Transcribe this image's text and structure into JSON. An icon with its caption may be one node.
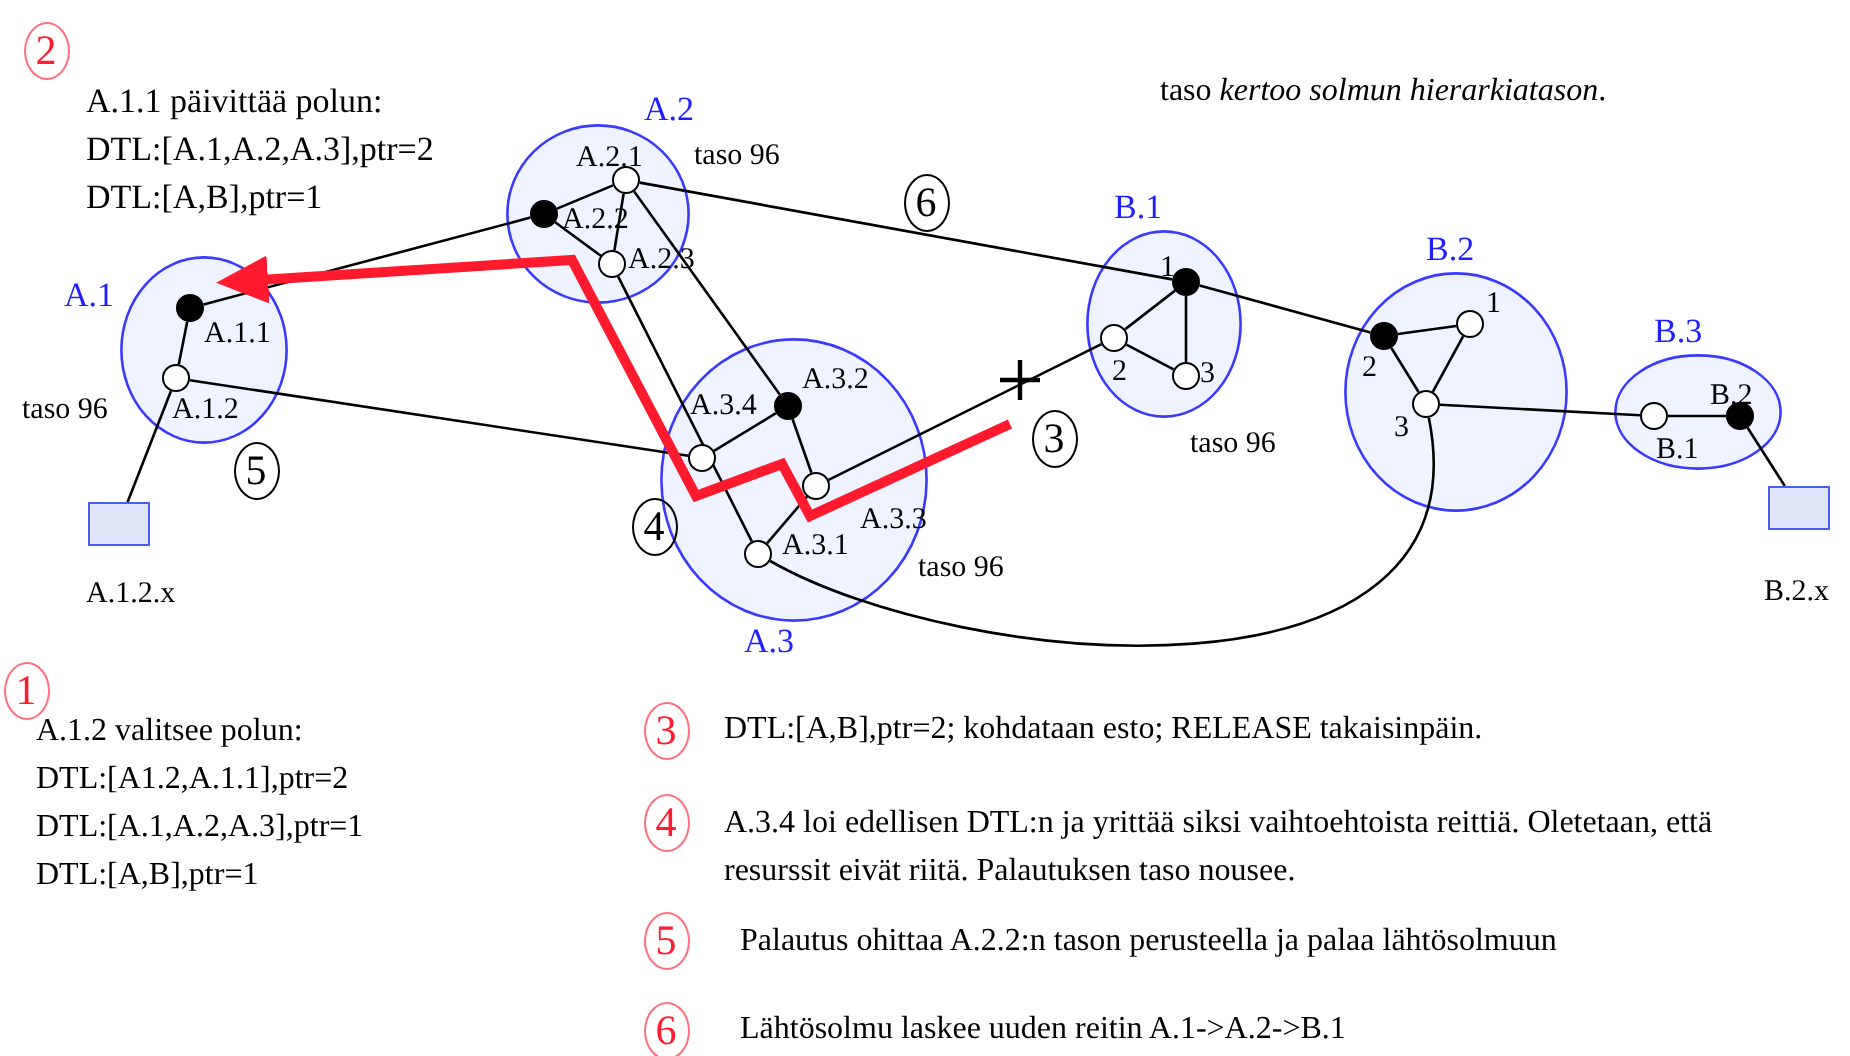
{
  "diagram": {
    "nodes": [
      {
        "text": [
          "A.1"
        ],
        "beside": [
          "taso 96"
        ]
      },
      {
        "text": [
          "A.1.1"
        ],
        "in": 0
      },
      {
        "text": [
          "A.1.2"
        ],
        "in": 0
      },
      {
        "text": [
          "A.1.2.x"
        ]
      },
      {
        "text": [
          "A.2"
        ],
        "beside": [
          "taso 96"
        ]
      },
      {
        "text": [
          "A.2.1"
        ],
        "in": 4
      },
      {
        "text": [
          "A.2.2"
        ],
        "in": 4
      },
      {
        "text": [
          "A.2.3"
        ],
        "in": 4
      },
      {
        "text": [
          "A.3"
        ],
        "beside": [
          "taso 96"
        ]
      },
      {
        "text": [
          "A.3.2"
        ],
        "in": 8
      },
      {
        "text": [
          "A.3.4"
        ],
        "in": 8
      },
      {
        "text": [
          "A.3.3"
        ],
        "in": 8
      },
      {
        "text": [
          "A.3.1"
        ],
        "in": 8
      },
      {
        "text": [
          "B.1"
        ],
        "beside": [
          "taso 96"
        ]
      },
      {
        "text": [
          "1"
        ],
        "in": 13
      },
      {
        "text": [
          "2"
        ],
        "in": 13
      },
      {
        "text": [
          "3"
        ],
        "in": 13
      },
      {
        "text": [
          "B.2"
        ]
      },
      {
        "text": [
          "1"
        ],
        "in": 17
      },
      {
        "text": [
          "2"
        ],
        "in": 17
      },
      {
        "text": [
          "3"
        ],
        "in": 17
      },
      {
        "text": [
          "B.3"
        ]
      },
      {
        "text": [
          "B.1"
        ],
        "in": 21
      },
      {
        "text": [
          "B.2"
        ],
        "in": 21
      },
      {
        "text": [
          "B.2.x"
        ]
      }
    ],
    "edges": [
      {
        "from": 1,
        "to": 2,
        "arrow": "none"
      },
      {
        "from": 2,
        "to": 3,
        "arrow": "none"
      },
      {
        "from": 1,
        "to": 6,
        "arrow": "none"
      },
      {
        "from": 2,
        "to": 10,
        "arrow": "none"
      },
      {
        "from": 6,
        "to": 5,
        "arrow": "none"
      },
      {
        "from": 6,
        "to": 7,
        "arrow": "none"
      },
      {
        "from": 5,
        "to": 7,
        "arrow": "none"
      },
      {
        "from": 5,
        "to": 9,
        "arrow": "none"
      },
      {
        "from": 5,
        "to": 14,
        "arrow": "none"
      },
      {
        "from": 7,
        "to": 12,
        "arrow": "none"
      },
      {
        "from": 10,
        "to": 9,
        "arrow": "none"
      },
      {
        "from": 9,
        "to": 11,
        "arrow": "none"
      },
      {
        "from": 11,
        "to": 12,
        "arrow": "none"
      },
      {
        "from": 11,
        "to": 15,
        "arrow": "none"
      },
      {
        "from": 12,
        "to": 20,
        "arrow": "none"
      },
      {
        "from": 14,
        "to": 15,
        "arrow": "none"
      },
      {
        "from": 14,
        "to": 16,
        "arrow": "none"
      },
      {
        "from": 15,
        "to": 16,
        "arrow": "none"
      },
      {
        "from": 14,
        "to": 19,
        "arrow": "none"
      },
      {
        "from": 19,
        "to": 18,
        "arrow": "none"
      },
      {
        "from": 18,
        "to": 20,
        "arrow": "none"
      },
      {
        "from": 19,
        "to": 20,
        "arrow": "none"
      },
      {
        "from": 20,
        "to": 22,
        "arrow": "none"
      },
      {
        "from": 22,
        "to": 23,
        "arrow": "none"
      },
      {
        "from": 23,
        "to": 24,
        "arrow": "none"
      },
      {
        "from": null,
        "to": 0,
        "arrow": "to",
        "style": "thick",
        "color": "#ff1a2e"
      }
    ],
    "labels": [
      "2",
      "A.1.1 päivittää polun:",
      "DTL:[A.1,A.2,A.3],ptr=2",
      "DTL:[A,B],ptr=1",
      "taso *kertoo solmun hierarkiatason*.",
      "6",
      "5",
      "4",
      "3",
      "1",
      "A.1.2 valitsee polun:",
      "DTL:[A1.2,A.1.1],ptr=2",
      "DTL:[A.1,A.2,A.3],ptr=1",
      "DTL:[A,B],ptr=1",
      "3",
      "DTL:[A,B],ptr=2; kohdataan esto; RELEASE takaisinpäin.",
      "4",
      "A.3.4 loi edellisen DTL:n ja yrittää siksi vaihtoehtoista reittiä. Oletetaan, että resurssit eivät riitä. Palautuksen taso nousee.",
      "5",
      "Palautus ohittaa A.2.2:n tason perusteella ja palaa lähtösolmuun",
      "6",
      "Lähtösolmu laskee uuden reitin A.1->A.2->B.1"
    ]
  }
}
